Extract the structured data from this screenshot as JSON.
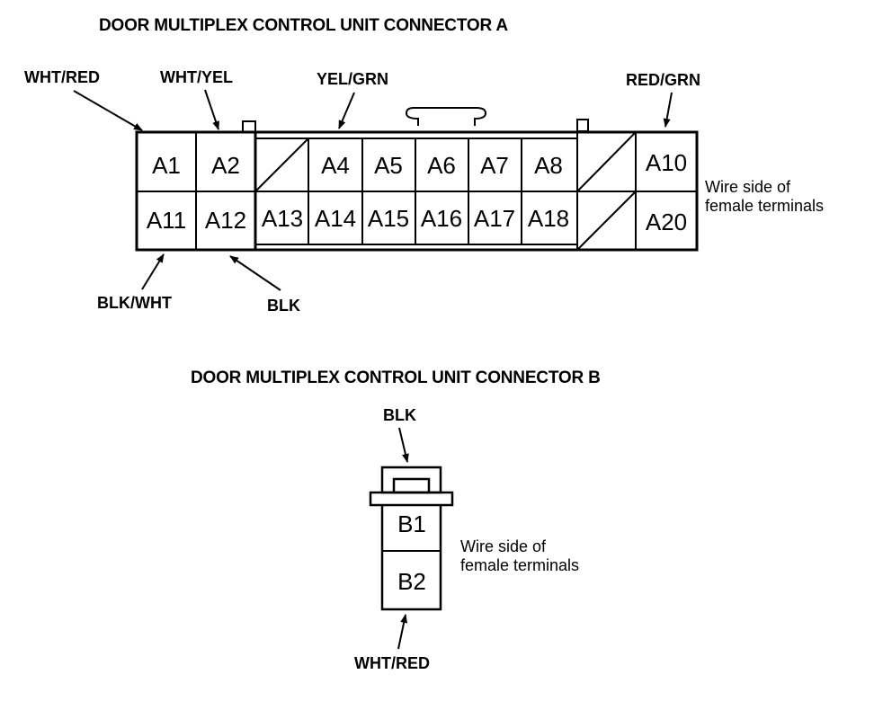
{
  "connector_a": {
    "title": "DOOR MULTIPLEX CONTROL UNIT CONNECTOR A",
    "note_line1": "Wire side of",
    "note_line2": "female terminals",
    "top_row": [
      "A1",
      "A2",
      "",
      "A4",
      "A5",
      "A6",
      "A7",
      "A8",
      "",
      "A10"
    ],
    "bottom_row": [
      "A11",
      "A12",
      "A13",
      "A14",
      "A15",
      "A16",
      "A17",
      "A18",
      "",
      "A20"
    ],
    "unused_cavities": [
      "A3",
      "A9",
      "A19"
    ],
    "wires": {
      "A1": "WHT/RED",
      "A2": "WHT/YEL",
      "A4": "YEL/GRN",
      "A10": "RED/GRN",
      "A11": "BLK/WHT",
      "A12": "BLK"
    }
  },
  "connector_b": {
    "title": "DOOR MULTIPLEX CONTROL UNIT CONNECTOR B",
    "note_line1": "Wire side of",
    "note_line2": "female terminals",
    "pins": [
      "B1",
      "B2"
    ],
    "wires": {
      "B1": "BLK",
      "B2": "WHT/RED"
    }
  }
}
